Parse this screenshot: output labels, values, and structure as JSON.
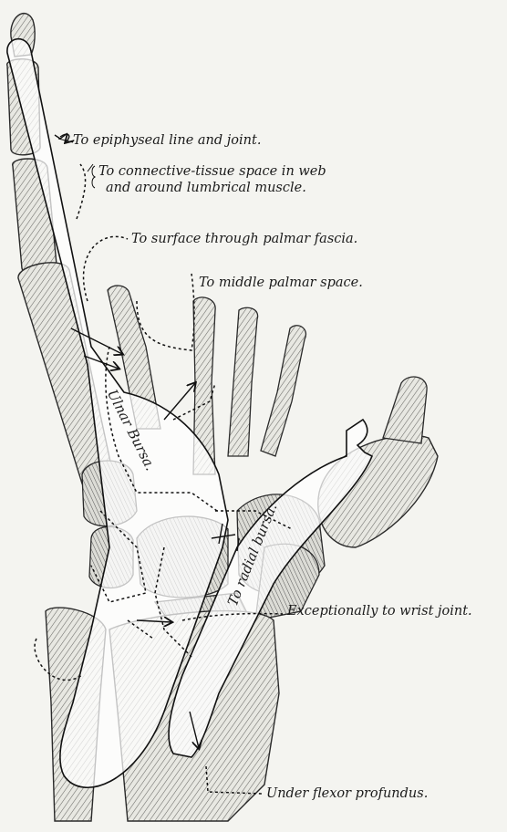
{
  "labels": {
    "epiphyseal": "To epiphyseal line and joint.",
    "connective_1": "To connective-tissue space in web",
    "connective_2": "and around lumbrical muscle.",
    "surface": "To surface through palmar fascia.",
    "middle_palmar": "To middle palmar space.",
    "ulnar_bursa": "Ulnar Bursa.",
    "radial_bursa": "To radial bursa.",
    "wrist_joint": "Exceptionally to wrist joint.",
    "flexor": "Under flexor profundus."
  }
}
